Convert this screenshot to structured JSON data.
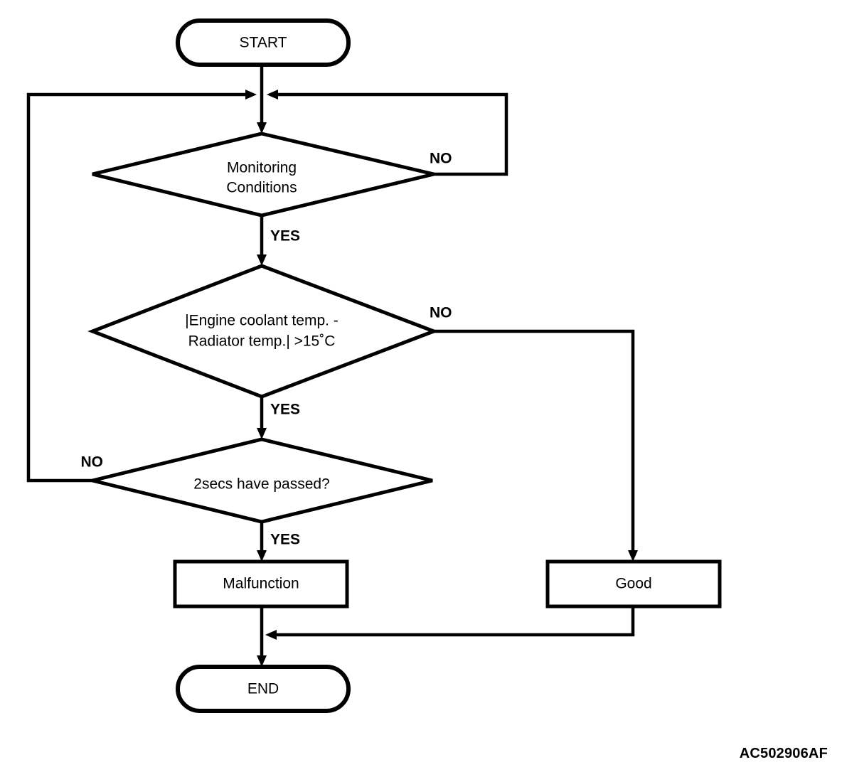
{
  "diagram": {
    "title_code": "AC502906AF",
    "nodes": {
      "start": {
        "label": "START",
        "type": "terminator"
      },
      "decision_monitoring": {
        "label_line1": "Monitoring",
        "label_line2": "Conditions",
        "type": "decision"
      },
      "decision_temp": {
        "label_line1": "|Engine coolant temp. -",
        "label_line2": "Radiator temp.| >15˚C",
        "type": "decision"
      },
      "decision_timer": {
        "label_line1": "2secs have passed?",
        "type": "decision"
      },
      "process_malfunction": {
        "label": "Malfunction",
        "type": "process"
      },
      "process_good": {
        "label": "Good",
        "type": "process"
      },
      "end": {
        "label": "END",
        "type": "terminator"
      }
    },
    "branch_labels": {
      "monitoring_no": "NO",
      "monitoring_yes": "YES",
      "temp_no": "NO",
      "temp_yes": "YES",
      "timer_no": "NO",
      "timer_yes": "YES"
    },
    "colors": {
      "stroke": "#000000",
      "fill": "#ffffff",
      "text": "#000000"
    }
  }
}
